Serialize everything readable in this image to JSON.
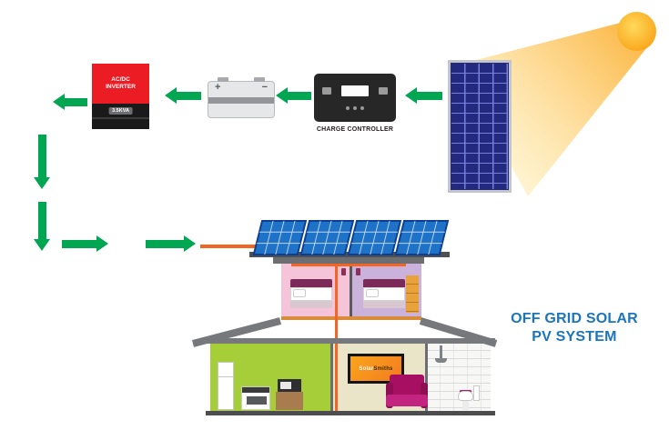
{
  "diagram": {
    "title": {
      "line1": "OFF GRID SOLAR",
      "line2": "PV SYSTEM"
    },
    "inverter": {
      "label": "AC/DC INVERTER",
      "badge": "3.5KVA"
    },
    "battery": {
      "plus": "+",
      "minus": "−"
    },
    "controller": {
      "label": "CHARGE CONTROLLER"
    },
    "tv": {
      "brand_first": "Solar",
      "brand_second": "Smiths"
    },
    "colors": {
      "arrow_green": "#00A651",
      "wire_orange": "#F26522",
      "title_blue": "#1B75BC",
      "module_navy": "#23297E",
      "roof_panel_blue": "#1E72C8"
    }
  }
}
